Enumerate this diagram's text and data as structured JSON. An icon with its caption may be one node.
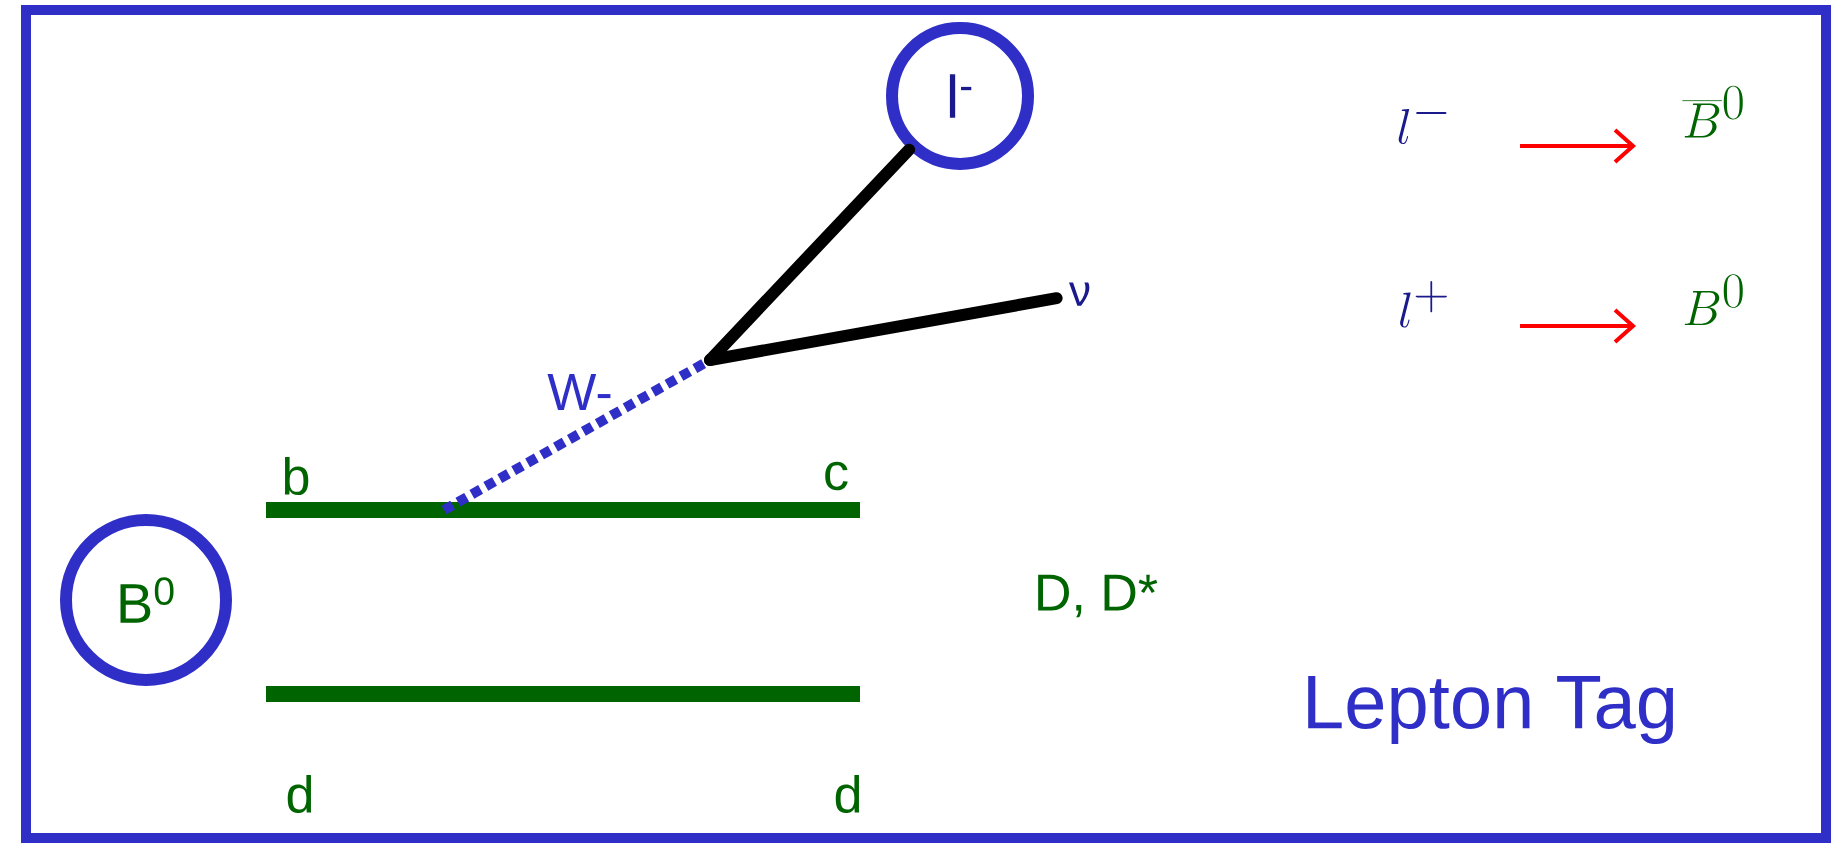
{
  "diagram": {
    "nodes": [
      {
        "text": [
          "B$^{0}$"
        ]
      },
      {
        "text": [
          "l$^{-}$"
        ]
      },
      {
        "text": [
          "ν"
        ]
      }
    ],
    "edges": [
      {
        "from": null,
        "to": 1,
        "arrow": "none"
      },
      {
        "from": null,
        "to": 2,
        "arrow": "none"
      }
    ],
    "labels": [
      "W-",
      "b",
      "c",
      "D, D*",
      "d",
      "d",
      "Lepton Tag",
      "l^{-}",
      "\\overline{B}^{0}",
      "l^{+}",
      "B^{0}"
    ]
  }
}
